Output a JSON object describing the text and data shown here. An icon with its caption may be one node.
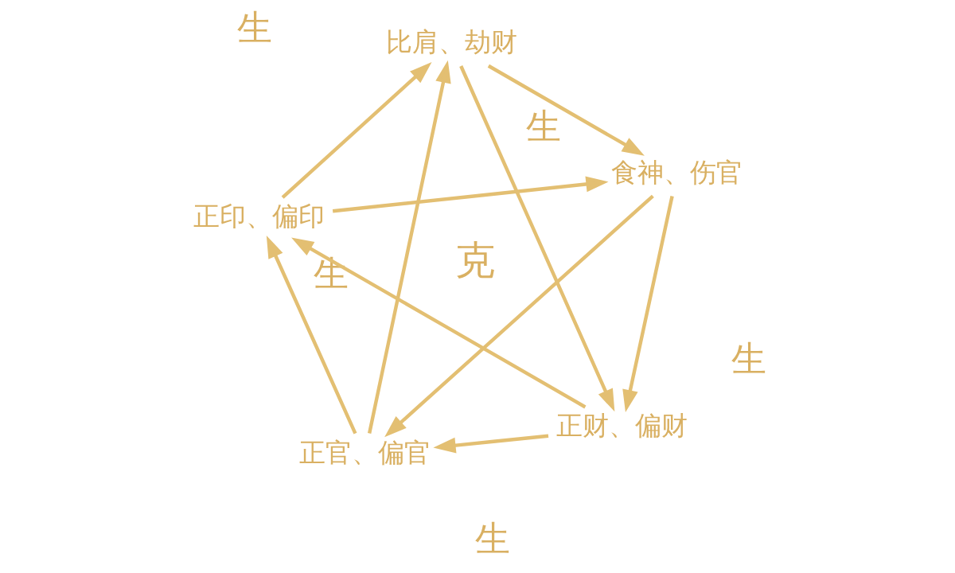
{
  "diagram": {
    "nodes": [
      {
        "text": [
          "比肩、劫财"
        ]
      },
      {
        "text": [
          "正印、偏印"
        ]
      },
      {
        "text": [
          "食神、伤官"
        ]
      },
      {
        "text": [
          "正官、偏官"
        ]
      },
      {
        "text": [
          "正财、偏财"
        ]
      }
    ],
    "edges": [
      {
        "from": 0,
        "to": 2,
        "arrow": "to",
        "label": "生"
      },
      {
        "from": 2,
        "to": 4,
        "arrow": "to",
        "label": "生"
      },
      {
        "from": 4,
        "to": 3,
        "arrow": "to",
        "label": "生"
      },
      {
        "from": 3,
        "to": 1,
        "arrow": "to",
        "label": "生"
      },
      {
        "from": 1,
        "to": 0,
        "arrow": "to",
        "label": "生"
      },
      {
        "from": 1,
        "to": 2,
        "arrow": "to"
      },
      {
        "from": 0,
        "to": 4,
        "arrow": "to"
      },
      {
        "from": 2,
        "to": 3,
        "arrow": "to"
      },
      {
        "from": 4,
        "to": 1,
        "arrow": "to"
      },
      {
        "from": 3,
        "to": 0,
        "arrow": "to"
      }
    ],
    "labels": [
      "克"
    ]
  }
}
